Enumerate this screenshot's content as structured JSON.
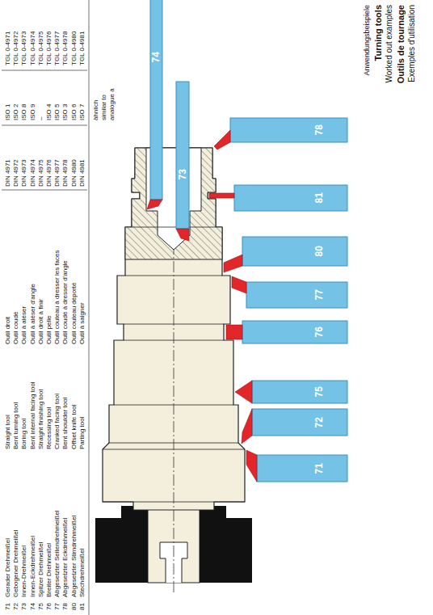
{
  "diagram": {
    "title": "Anwendungsbeispiele",
    "nodes": [
      {
        "text": [
          "71"
        ]
      },
      {
        "text": [
          "72"
        ]
      },
      {
        "text": [
          "75"
        ]
      },
      {
        "text": [
          "76"
        ]
      },
      {
        "text": [
          "77"
        ]
      },
      {
        "text": [
          "80"
        ]
      },
      {
        "text": [
          "81"
        ]
      },
      {
        "text": [
          "78"
        ]
      },
      {
        "text": [
          "74"
        ]
      },
      {
        "text": [
          "73"
        ]
      }
    ],
    "labels": [
      "71",
      "Gerader Drehmeißel",
      "Straight tool",
      "Outil droit",
      "DIN 4971",
      "ISO 1",
      "TGL 0-4971",
      "72",
      "Gebogener Drehmeißel",
      "Bent turning tool",
      "Outil coudé",
      "DIN 4972",
      "ISO 2",
      "TGL 0-4972",
      "73",
      "Innen-Drehmeißel",
      "Boring tool",
      "Outil à aléser",
      "DIN 4973",
      "ISO 8",
      "TGL 0-4973",
      "74",
      "Innen-Eckdrehmeißel",
      "Bent internal facing tool",
      "Outil à aléser d'angle",
      "DIN 4974",
      "ISO 9",
      "TGL 0-4974",
      "75",
      "Spitzer Drehmeißel",
      "Straight finishing tool",
      "Outil droit à finir",
      "DIN 4975",
      "–",
      "TGL 0-4975",
      "76",
      "Breiter Drehmeißel",
      "Recessing tool",
      "Outil pelle",
      "DIN 4976",
      "ISO 4",
      "TGL 0-4976",
      "77",
      "Abgesetzter Seitendrehmeißel",
      "Cranked facing tool",
      "Outil couteau à dresser les faces",
      "DIN 4977",
      "ISO 5",
      "TGL 0-4977",
      "78",
      "Abgesetzter Eckdrehmeißel",
      "Bent shoulder tool",
      "Outil coudé à dresser d'angle",
      "DIN 4978",
      "ISO 3",
      "TGL 0-4978",
      "80",
      "Abgesetzter Stirndrehmeißel",
      "Offset knife tool",
      "Outil couteau déporté",
      "DIN 4980",
      "ISO 6",
      "TGL 0-4980",
      "81",
      "Stechdrehmeißel",
      "Parting tool",
      "Outil à saigner",
      "DIN 4981",
      "ISO 7",
      "TGL 0-4981",
      "ähnlich",
      "similar to",
      "analogue à",
      "Turning tools",
      "Worked out examples",
      "Outils de tournage",
      "Exemples d'utilisation"
    ]
  }
}
